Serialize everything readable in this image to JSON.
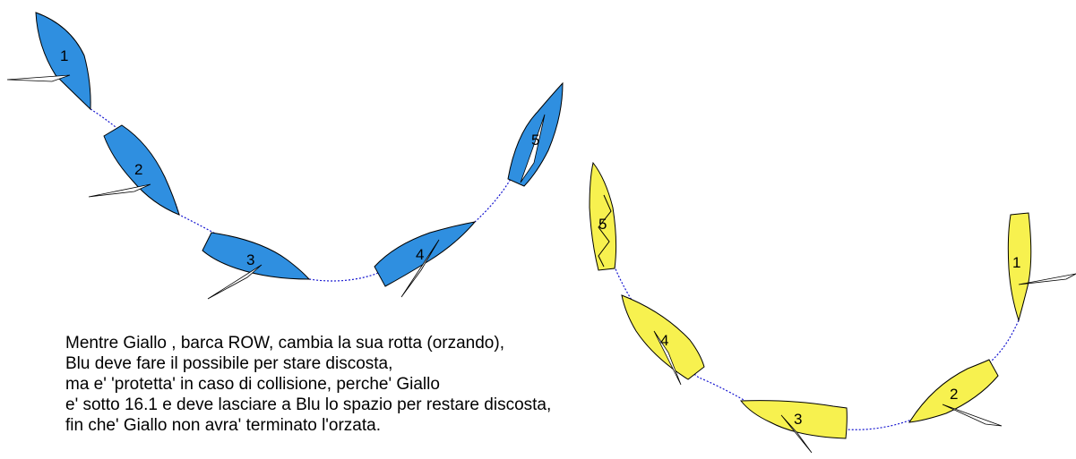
{
  "colors": {
    "blue_fill": "#2f8fe0",
    "yellow_fill": "#f7f14f",
    "track": "#1515d0",
    "outline": "#000000",
    "sail": "#ffffff"
  },
  "boats": {
    "blue": [
      "1",
      "2",
      "3",
      "4",
      "5"
    ],
    "yellow": [
      "1",
      "2",
      "3",
      "4",
      "5"
    ]
  },
  "caption": {
    "lines": [
      "Mentre Giallo , barca ROW, cambia la sua rotta (orzando),",
      "Blu deve fare il possibile per stare discosta,",
      "ma e' 'protetta' in caso di collisione, perche' Giallo",
      "e' sotto 16.1 e deve lasciare a Blu lo spazio per restare discosta,",
      "fin che' Giallo non avra' terminato l'orzata."
    ]
  }
}
